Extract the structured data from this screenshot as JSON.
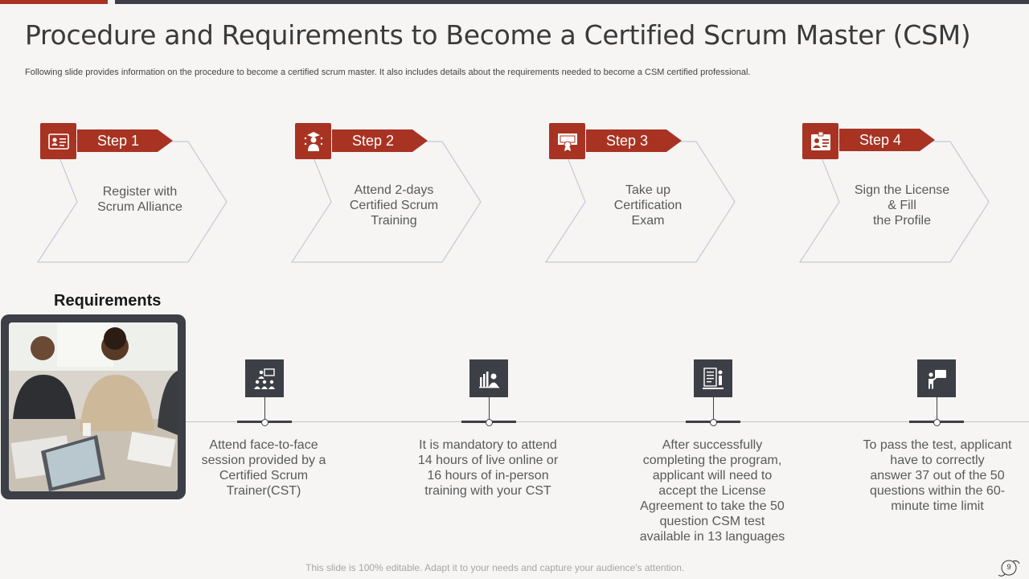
{
  "title": "Procedure and Requirements to Become a Certified Scrum Master (CSM)",
  "subtitle": "Following slide provides information on the procedure to become a certified scrum master. It also includes details about the requirements needed to become a CSM certified professional.",
  "steps": [
    {
      "label": "Step 1",
      "text": "Register with\nScrum Alliance",
      "icon": "id-card-icon"
    },
    {
      "label": "Step 2",
      "text": "Attend 2-days\nCertified Scrum\nTraining",
      "icon": "trainer-icon"
    },
    {
      "label": "Step 3",
      "text": "Take up\nCertification\nExam",
      "icon": "certificate-icon"
    },
    {
      "label": "Step 4",
      "text": "Sign the License\n& Fill\nthe Profile",
      "icon": "profile-card-icon"
    }
  ],
  "requirements": {
    "title": "Requirements",
    "items": [
      {
        "text": "Attend face-to-face\nsession provided by a\nCertified Scrum\nTrainer(CST)",
        "icon": "presentation-icon"
      },
      {
        "text": "It is mandatory to attend\n14 hours of live online or\n16 hours of in-person\ntraining with your CST",
        "icon": "hours-chart-icon"
      },
      {
        "text": "After successfully\ncompleting the program,\napplicant will need to\naccept the License\nAgreement to take the 50\nquestion CSM test\navailable in 13 languages",
        "icon": "agreement-icon"
      },
      {
        "text": "To pass the test, applicant\nhave to correctly\nanswer 37 out of the 50\nquestions within the 60-\nminute time limit",
        "icon": "test-board-icon"
      }
    ]
  },
  "footer": "This slide is 100% editable. Adapt it to your needs and capture your audience's attention.",
  "page_number": "9",
  "colors": {
    "accent": "#a83323",
    "dark": "#3c3f46",
    "background": "#f6f5f4"
  }
}
